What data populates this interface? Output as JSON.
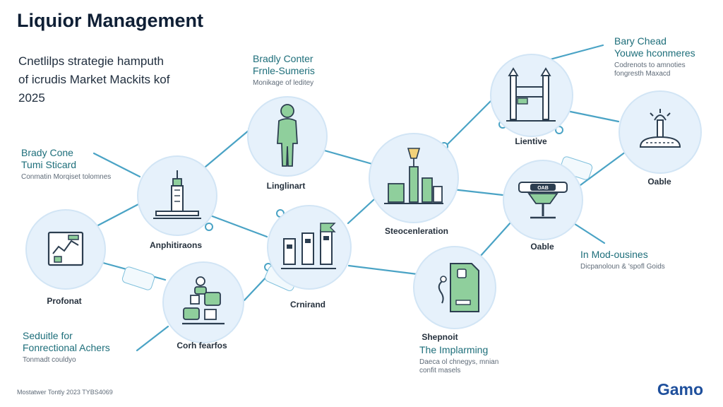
{
  "title": "Liquior Management",
  "intro": {
    "line1": "Cnetlilps strategie hamputh",
    "line2": "of icrudis Market Mackits kof",
    "line3": "2025"
  },
  "nodes": {
    "profonat": "Profonat",
    "anphitiraons": "Anphitiraons",
    "corh_fearfos": "Corh fearfos",
    "linglinart": "Linglinart",
    "crnirand": "Crnirand",
    "steocenleration": "Steocenleration",
    "shepnoit": "Shepnoit",
    "lientive": "Lientive",
    "oable_center": "Oable",
    "oable_right": "Oable"
  },
  "callouts": {
    "brady_cone": {
      "heading1": "Brady Cone",
      "heading2": "Tumi Sticard",
      "sub": "Conmatin Morqiset tolomnes"
    },
    "brady_center": {
      "heading1": "Bradly Conter",
      "heading2": "Frnle-Sumeris",
      "sub": "Monikage of leditey"
    },
    "bary_chead": {
      "heading1": "Bary Chead",
      "heading2": "Youwe hconmeres",
      "sub1": "Codrenots to amnoties",
      "sub2": "fongresth Maxacd"
    },
    "in_mod": {
      "heading1": "In Mod-ousines",
      "sub": "Dicpanoloun & 'spofl Goids"
    },
    "the_implarming": {
      "heading1": "The Implarming",
      "sub1": "Daeca ol chnegys, mnian",
      "sub2": "confit masels"
    },
    "seduitle": {
      "heading1": "Seduitle for",
      "heading2": "Fonrectional Achers",
      "sub": "Tonmadt couldyo"
    }
  },
  "footnote": "Mostatwer Tontly 2023 TYBS4069",
  "brand": "Gamo",
  "colors": {
    "accent_teal": "#1d6e7a",
    "node_fill": "#e6f1fb",
    "edge": "#4aa3c5",
    "icon_green": "#8fcf9c",
    "brand_blue": "#1e4f9c"
  }
}
